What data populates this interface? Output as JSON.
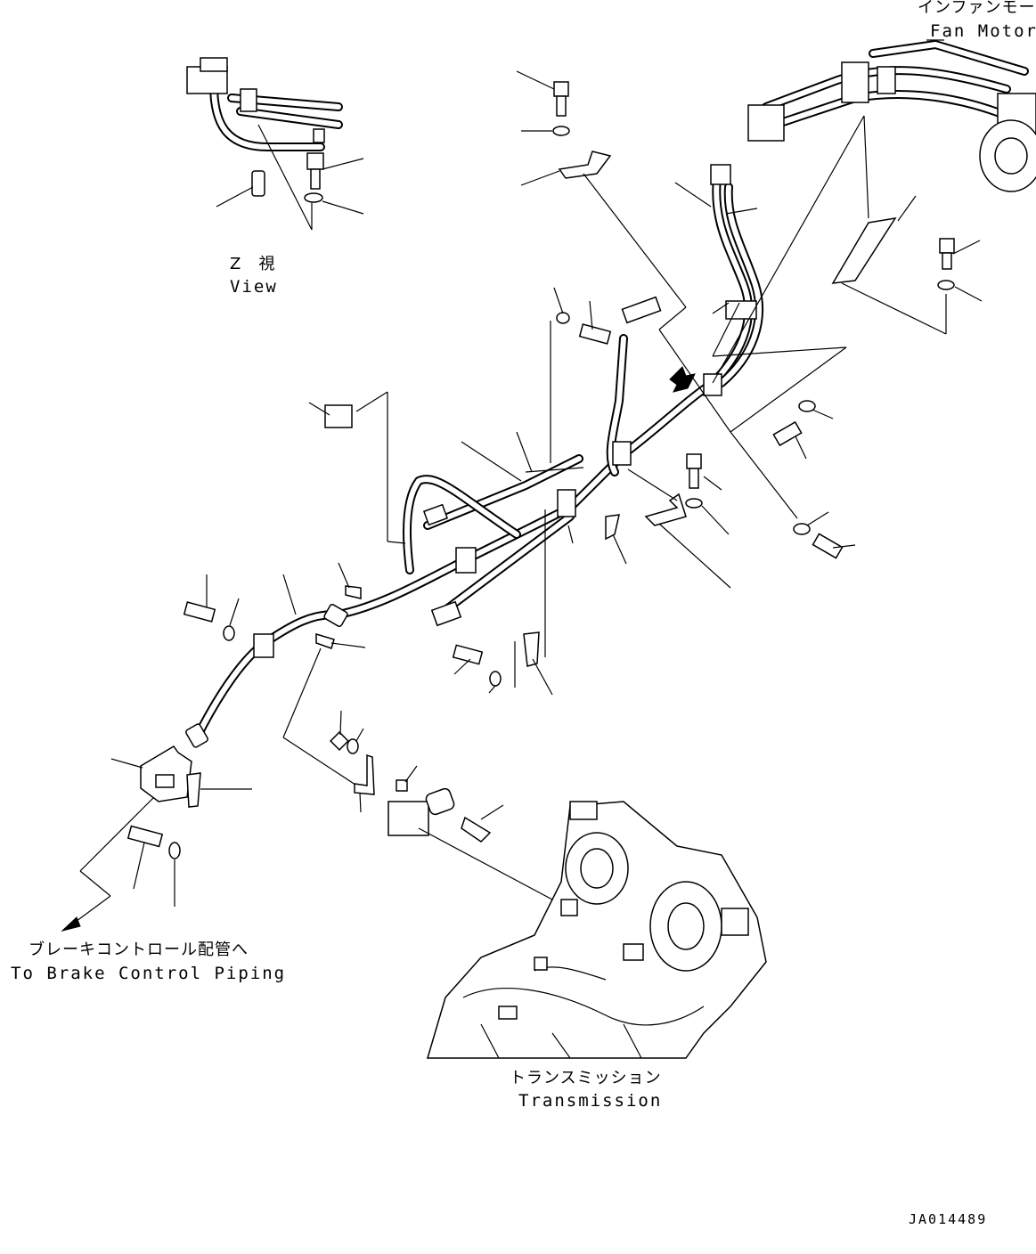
{
  "labels": {
    "fan_motor_jp": "インファンモータ",
    "fan_motor_en": "Fan Motor",
    "view_jp": "Z　視",
    "view_en": "View",
    "brake_jp": "ブレーキコントロール配管へ",
    "brake_en": "To Brake Control Piping",
    "transmission_jp": "トランスミッション",
    "transmission_en": "Transmission",
    "drawing_id": "JA014489"
  },
  "icons": {
    "direction_arrow": "view-direction-arrow-icon",
    "reference_arrow": "brake-direction-arrow-icon"
  },
  "colors": {
    "line": "#000000",
    "background": "#ffffff"
  }
}
